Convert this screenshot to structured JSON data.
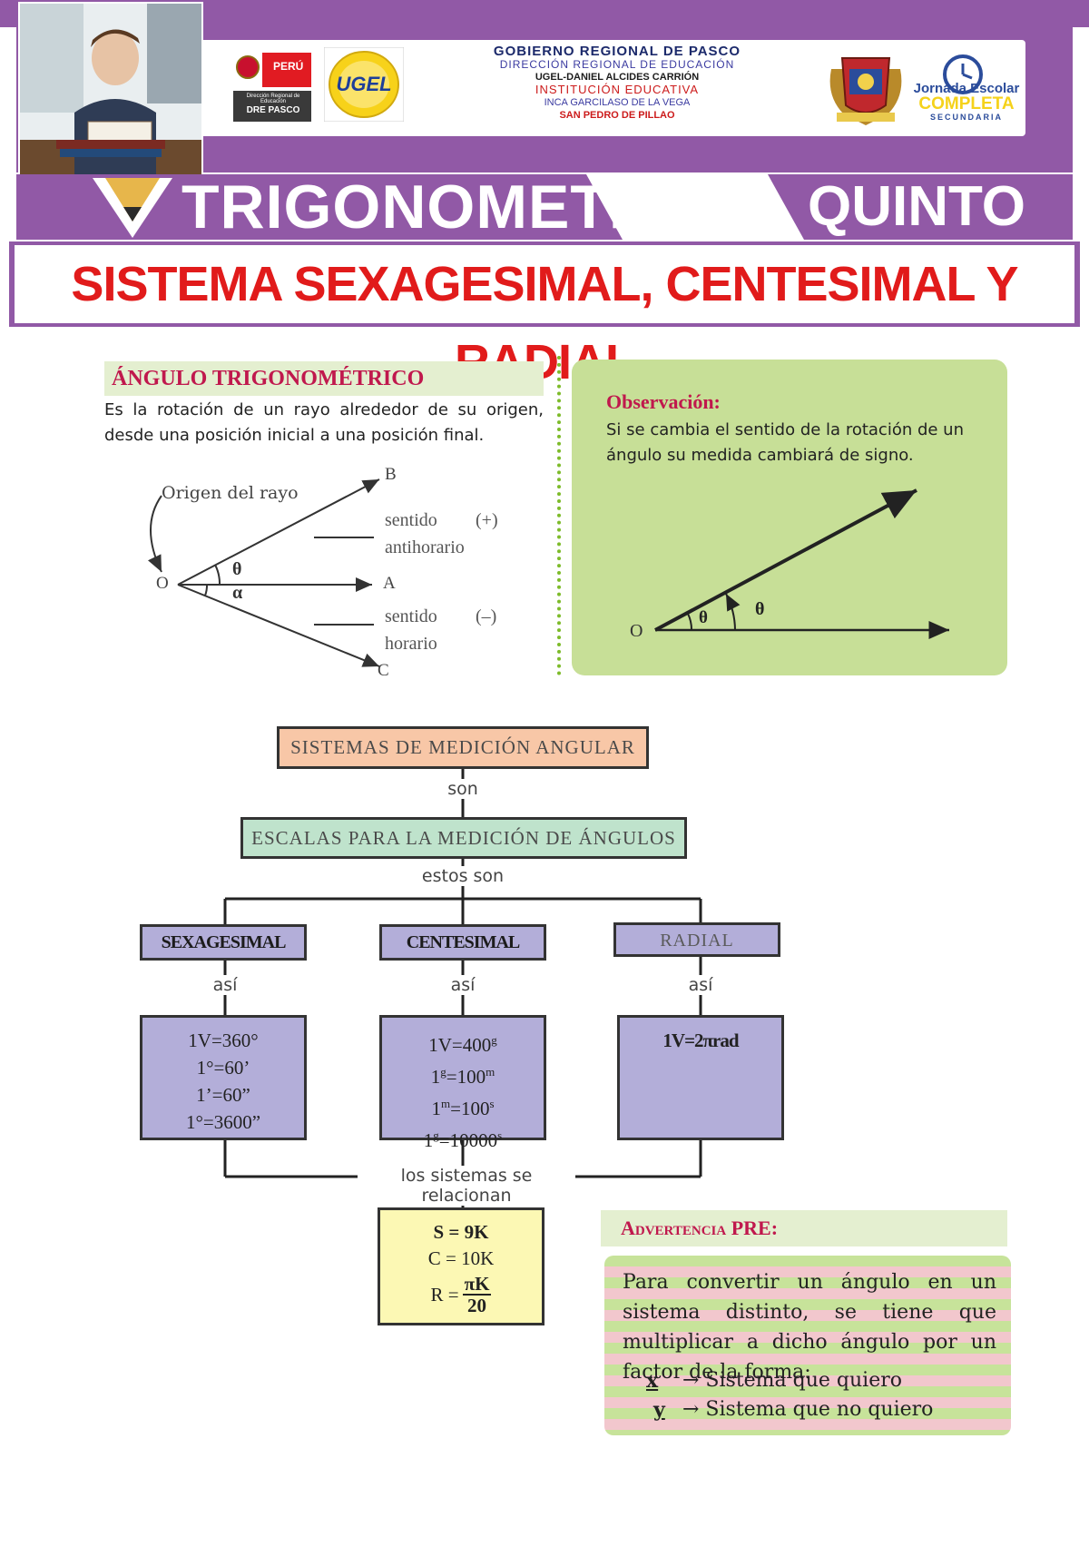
{
  "header": {
    "logo_peru": "PERÚ",
    "logo_dre_line1": "Dirección Regional de Educación",
    "logo_dre_line2": "DRE PASCO",
    "logo_ugel": "UGEL",
    "gov": "GOBIERNO REGIONAL DE PASCO",
    "dre": "DIRECCIÓN REGIONAL DE EDUCACIÓN",
    "ugel": "UGEL-DANIEL ALCIDES CARRIÓN",
    "ie": "INSTITUCIÓN EDUCATIVA",
    "school": "INCA GARCILASO DE LA VEGA",
    "place": "SAN PEDRO DE PILLAO",
    "jec_line1": "Jornada Escolar",
    "jec_line2": "COMPLETA",
    "jec_line3": "SECUNDARIA",
    "subject": "TRIGONOMETRIA",
    "grade": "QUINTO",
    "topic": "SISTEMA SEXAGESIMAL, CENTESIMAL Y RADIAL"
  },
  "angle_section": {
    "heading": "ÁNGULO TRIGONOMÉTRICO",
    "definition": "Es la rotación de un rayo alrededor de su origen, desde una posición inicial a una posición final.",
    "figure": {
      "origin_label": "Origen del rayo",
      "point_o": "O",
      "point_a": "A",
      "point_b": "B",
      "point_c": "C",
      "theta": "θ",
      "alpha": "α",
      "ccw_line1": "sentido",
      "ccw_sign": "(+)",
      "ccw_line2": "antihorario",
      "cw_line1": "sentido",
      "cw_sign": "(–)",
      "cw_line2": "horario"
    }
  },
  "observation": {
    "title": "Observación:",
    "text": "Si se cambia el sentido de la rotación de un ángulo su medida cambiará de signo.",
    "point_o": "O",
    "theta_in": "θ",
    "theta_out": "θ"
  },
  "diagram": {
    "main": "SISTEMAS DE MEDICIÓN ANGULAR",
    "son": "son",
    "scales": "ESCALAS PARA LA MEDICIÓN DE ÁNGULOS",
    "estos_son": "estos son",
    "sexagesimal": {
      "name": "SEXAGESIMAL",
      "asi": "así",
      "l1": "1V=360°",
      "l2": "1°=60’",
      "l3": "1’=60”",
      "l4": "1°=3600”"
    },
    "centesimal": {
      "name": "CENTESIMAL",
      "asi": "así",
      "l1_base": "1V=400",
      "l1_sup": "g",
      "l2_a": "1",
      "l2_sup1": "g",
      "l2_b": "=100",
      "l2_sup2": "m",
      "l3_a": "1",
      "l3_sup1": "m",
      "l3_b": "=100",
      "l3_sup2": "s",
      "l4_a": "1",
      "l4_sup1": "g",
      "l4_b": "=10000",
      "l4_sup2": "s"
    },
    "radial": {
      "name": "RADIAL",
      "asi": "así",
      "l1": "1V=2πrad"
    },
    "relation_label": "los sistemas se relacionan",
    "relation": {
      "s": "S = 9K",
      "c": "C = 10K",
      "r_prefix": "R =",
      "r_num": "πK",
      "r_den": "20"
    }
  },
  "warning": {
    "title": "Advertencia PRE:",
    "text": "Para convertir un ángulo en un sistema distinto, se tiene que multiplicar a dicho ángulo por un factor de la forma:",
    "x": "x",
    "x_desc": "→ Sistema que quiero",
    "y": "y",
    "y_desc": "→ Sistema que no quiero"
  }
}
